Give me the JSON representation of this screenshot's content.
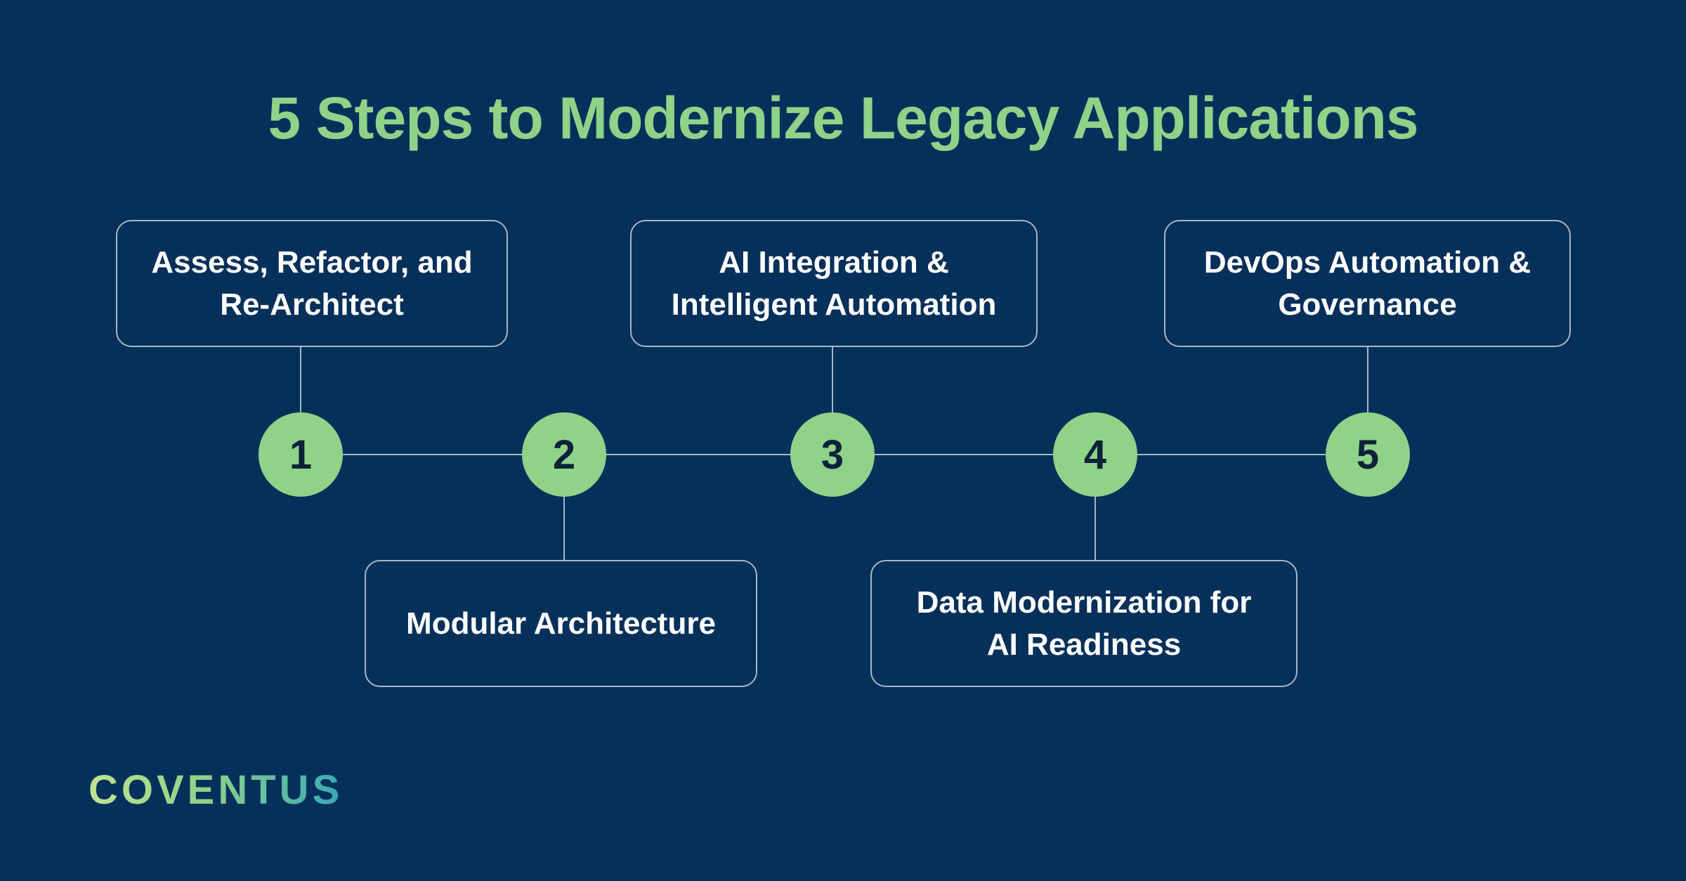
{
  "title": "5 Steps to Modernize Legacy Applications",
  "steps": [
    {
      "number": "1",
      "label": "Assess, Refactor, and Re-Architect"
    },
    {
      "number": "2",
      "label": "Modular Architecture"
    },
    {
      "number": "3",
      "label": "AI Integration & Intelligent Automation"
    },
    {
      "number": "4",
      "label": "Data Modernization for AI Readiness"
    },
    {
      "number": "5",
      "label": "DevOps Automation & Governance"
    }
  ],
  "logo": "COVENTUS",
  "colors": {
    "background": "#05305a",
    "accent_green": "#8fd389",
    "box_border": "#a9b6c6",
    "text_white": "#ffffff",
    "number_dark": "#0b2239",
    "logo_gradient_end": "#39a8b7"
  }
}
